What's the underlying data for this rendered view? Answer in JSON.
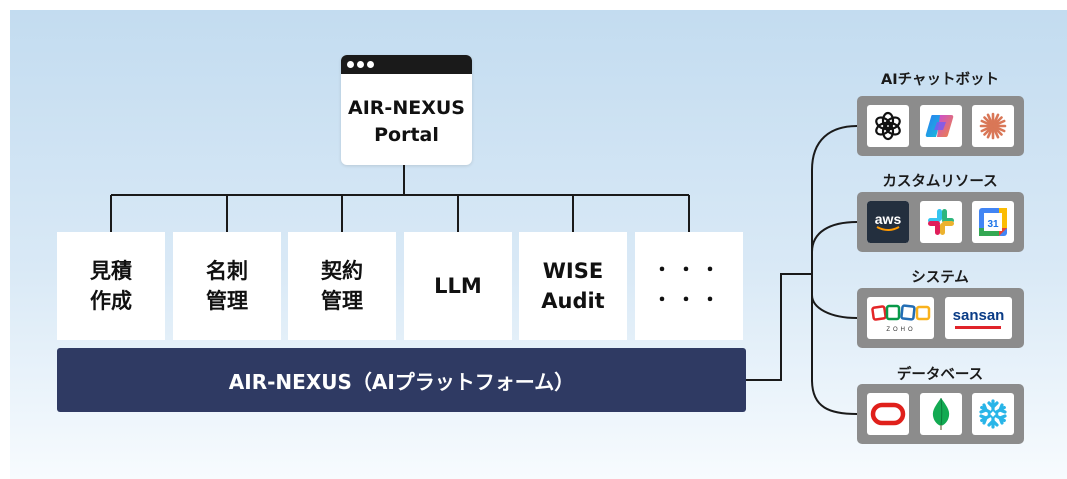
{
  "portal": {
    "line1": "AIR-NEXUS",
    "line2": "Portal"
  },
  "modules": [
    {
      "line1": "見積",
      "line2": "作成"
    },
    {
      "line1": "名刺",
      "line2": "管理"
    },
    {
      "line1": "契約",
      "line2": "管理"
    },
    {
      "line1": "LLM",
      "line2": ""
    },
    {
      "line1": "WISE",
      "line2": "Audit"
    },
    {
      "line1": "・・・",
      "line2": "・・・"
    }
  ],
  "platform": {
    "label": "AIR-NEXUS（AIプラットフォーム）"
  },
  "groups": [
    {
      "label": "AIチャットボット",
      "icons": [
        "chatgpt-logo",
        "copilot-logo",
        "claude-logo"
      ]
    },
    {
      "label": "カスタムリソース",
      "icons": [
        "aws-logo",
        "slack-logo",
        "google-calendar-logo"
      ]
    },
    {
      "label": "システム",
      "icons": [
        "zoho-logo",
        "sansan-logo"
      ]
    },
    {
      "label": "データベース",
      "icons": [
        "oracle-logo",
        "mongodb-logo",
        "snowflake-logo"
      ]
    }
  ],
  "logo_text": {
    "aws": "aws",
    "gcal": "31",
    "zoho": "ZOHO",
    "sansan": "sansan"
  },
  "colors": {
    "platform": "#2f3a63",
    "group_panel": "#8c8c8c",
    "connector": "#1a1a1a",
    "background_top": "#c3dcf0"
  }
}
